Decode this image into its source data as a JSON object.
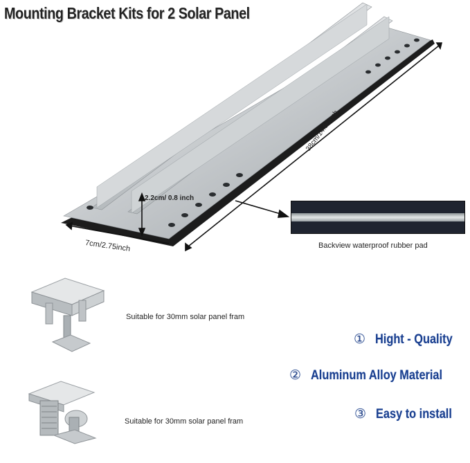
{
  "title": "Mounting Bracket Kits for 2 Solar Panel",
  "dimensions": {
    "height": "2.2cm/ 0.8 inch",
    "width": "7cm/2.75inch",
    "length": "38cm/14.96inch"
  },
  "pad_caption": "Backview waterproof rubber pad",
  "clamps": [
    {
      "caption": "Suitable for 30mm solar panel fram"
    },
    {
      "caption": "Suitable for 30mm solar panel fram"
    }
  ],
  "features": [
    {
      "number": "①",
      "text": "Hight - Quality"
    },
    {
      "number": "②",
      "text": "Aluminum Alloy Material"
    },
    {
      "number": "③",
      "text": "Easy to install"
    }
  ],
  "colors": {
    "feature_text": "#1a3f8f",
    "rubber_pad": "#1f2430",
    "aluminum": "#c9cdd0"
  }
}
